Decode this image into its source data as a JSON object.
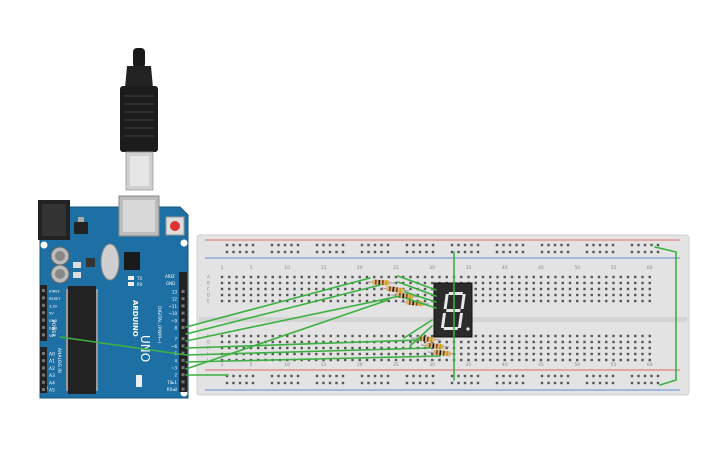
{
  "arduino": {
    "brand": "ARDUINO",
    "model": "UNO",
    "aref": "AREF",
    "gnd": "GND",
    "digital_label": "DIGITAL (PWM~)",
    "power_label": "POWER",
    "analog_label": "ANALOG IN",
    "tx_label": "TX",
    "rx_label": "RX",
    "l_label": "L",
    "pins_right": [
      "13",
      "12",
      "~11",
      "~10",
      "~9",
      "8",
      "7",
      "~6",
      "~5",
      "4",
      "~3",
      "2",
      "TX▸1",
      "RX◂0"
    ],
    "pins_power": [
      "IOREF",
      "RESET",
      "3.3V",
      "5V",
      "GND",
      "GND",
      "Vin"
    ],
    "pins_analog": [
      "A0",
      "A1",
      "A2",
      "A3",
      "A4",
      "A5"
    ]
  },
  "breadboard": {
    "col_numbers": [
      "1",
      "5",
      "10",
      "15",
      "20",
      "25",
      "30",
      "35",
      "40",
      "45",
      "50",
      "55",
      "60"
    ],
    "row_letters_top": [
      "A",
      "B",
      "C",
      "D",
      "E"
    ],
    "row_letters_bottom": [
      "F",
      "G",
      "H",
      "I",
      "J"
    ]
  },
  "colors": {
    "board_blue": "#1e6fa3",
    "wire_green": "#3cb043",
    "breadboard": "#e3e3e3",
    "rail_red": "#e04040",
    "rail_blue": "#3b6bd6",
    "display": "#2b2b2b",
    "segment": "#e8e8e8"
  }
}
